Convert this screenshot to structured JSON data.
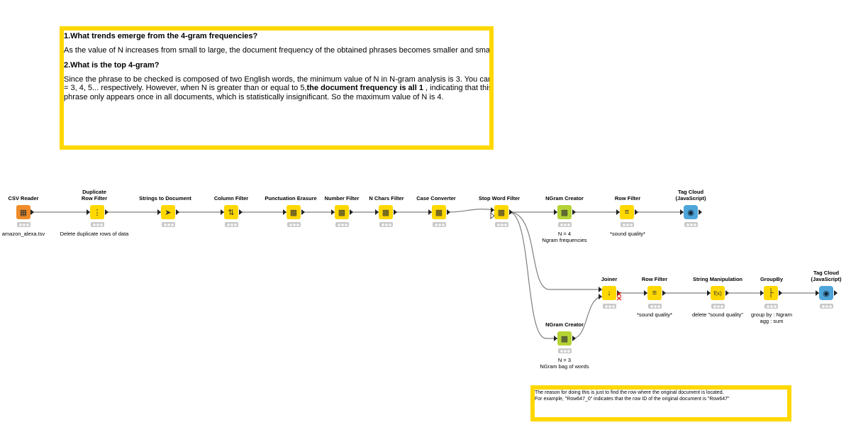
{
  "annotation_main": {
    "q1": "1.What trends emerge from the 4-gram frequencies?",
    "a1": "As the value of N increases from small to large, the  document frequency of the obtained phrases becomes smaller and smaller.",
    "q2": "2.What is the top 4-gram?",
    "a2_line1": "Since the phrase to be checked is composed of two English words, the minimum value of N in N-gram analysis is 3. You can try N",
    "a2_line2_pre": "= 3, 4, 5... respectively. However, when N is greater than or equal to 5,",
    "a2_line2_bold": "the document frequency is all 1",
    "a2_line2_post": " , indicating that this",
    "a2_line3": "phrase only appears once in all documents, which is statistically insignificant. So the maximum value of N is 4."
  },
  "annotation_small": {
    "line1": "The reason for doing this is just to find the row where the original document is located.",
    "line2": "For example, \"Row647_0\" indicates that the row ID of the original document is \"Row647\""
  },
  "nodes": {
    "csv_reader": {
      "title": "CSV Reader",
      "label": "amazon_alexa.tsv",
      "color": "#f08c28",
      "icon": "csv-reader-icon"
    },
    "duplicate_row_filter": {
      "title_line1": "Duplicate",
      "title_line2": "Row Filter",
      "label": "Delete duplicate rows of data",
      "color": "#ffd800",
      "icon": "duplicate-filter-icon"
    },
    "strings_to_document": {
      "title": "Strings to Document",
      "color": "#ffd800",
      "icon": "document-icon"
    },
    "column_filter": {
      "title": "Column Filter",
      "color": "#ffd800",
      "icon": "column-filter-icon"
    },
    "punctuation_erasure": {
      "title": "Punctuation Erasure",
      "color": "#ffd800",
      "icon": "text-process-icon"
    },
    "number_filter": {
      "title": "Number Filter",
      "color": "#ffd800",
      "icon": "text-process-icon"
    },
    "n_chars_filter": {
      "title": "N Chars Filter",
      "color": "#ffd800",
      "icon": "text-process-icon"
    },
    "case_converter": {
      "title": "Case Converter",
      "color": "#ffd800",
      "icon": "text-process-icon"
    },
    "stop_word_filter": {
      "title": "Stop Word Filter",
      "color": "#ffd800",
      "icon": "text-process-icon"
    },
    "ngram_creator_top": {
      "title": "NGram Creator",
      "label_line1": "N = 4",
      "label_line2": "Ngram frequencies",
      "color": "#b5d334",
      "icon": "ngram-icon"
    },
    "row_filter_top": {
      "title": "Row Filter",
      "label": "*sound quality*",
      "color": "#ffd800",
      "icon": "row-filter-icon"
    },
    "tag_cloud_top": {
      "title_line1": "Tag Cloud",
      "title_line2": "(JavaScript)",
      "color": "#4ea5d9",
      "icon": "tag-cloud-icon"
    },
    "joiner": {
      "title": "Joiner",
      "color": "#ffd800",
      "icon": "joiner-icon"
    },
    "row_filter_bottom": {
      "title": "Row Filter",
      "label": "*sound quality*",
      "color": "#ffd800",
      "icon": "row-filter-icon"
    },
    "string_manipulation": {
      "title": "String Manipulation",
      "label": "delete \"sound quality\"",
      "color": "#ffd800",
      "icon": "string-manipulation-icon"
    },
    "groupby": {
      "title": "GroupBy",
      "label_line1": "group by : Ngram",
      "label_line2": "agg : sum",
      "color": "#ffd800",
      "icon": "groupby-icon"
    },
    "tag_cloud_bottom": {
      "title_line1": "Tag Cloud",
      "title_line2": "(JavaScript)",
      "color": "#4ea5d9",
      "icon": "tag-cloud-icon"
    },
    "ngram_creator_bottom": {
      "title": "NGram Creator",
      "label_line1": "N = 3",
      "label_line2": "NGram bag of words",
      "color": "#b5d334",
      "icon": "ngram-icon"
    }
  }
}
